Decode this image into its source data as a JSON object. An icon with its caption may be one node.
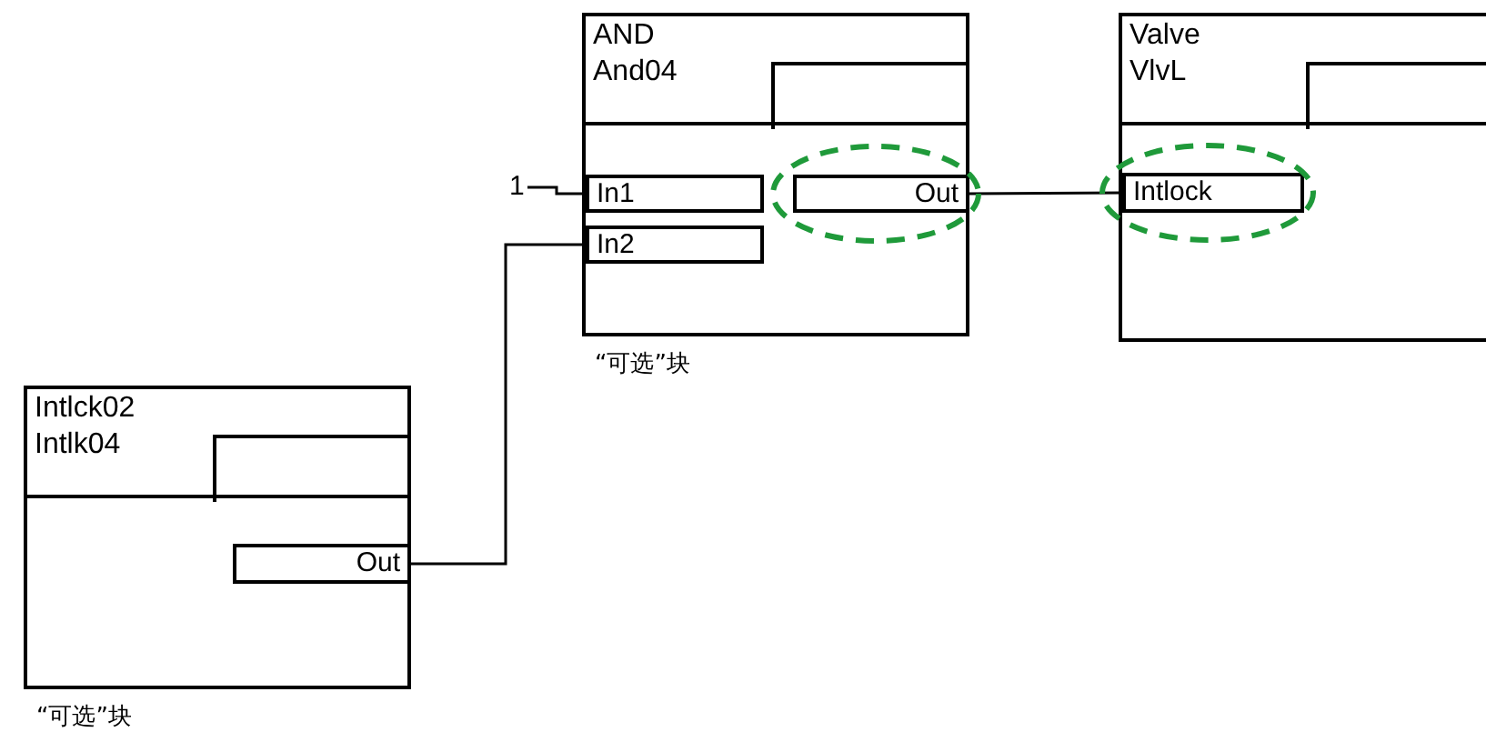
{
  "diagram": {
    "nodes": [
      {
        "text": [
          "AND",
          "And04"
        ],
        "beside": [
          "“可选”块"
        ]
      },
      {
        "text": [
          "In1"
        ],
        "in": 0
      },
      {
        "text": [
          "In2"
        ],
        "in": 0
      },
      {
        "text": [
          "Out"
        ],
        "in": 0
      },
      {
        "text": [
          "Valve",
          "VlvL"
        ]
      },
      {
        "text": [
          "Intlock"
        ],
        "in": 4
      },
      {
        "text": [
          "Intlck02",
          "Intlk04"
        ],
        "beside": [
          "“可选”块"
        ]
      },
      {
        "text": [
          "Out"
        ],
        "in": 6
      },
      {
        "text": [
          "1"
        ]
      }
    ],
    "edges": [
      {
        "from": 8,
        "to": 1,
        "arrow": "none"
      },
      {
        "from": 7,
        "to": 2,
        "arrow": "none"
      },
      {
        "from": 3,
        "to": 5,
        "arrow": "none"
      }
    ]
  }
}
